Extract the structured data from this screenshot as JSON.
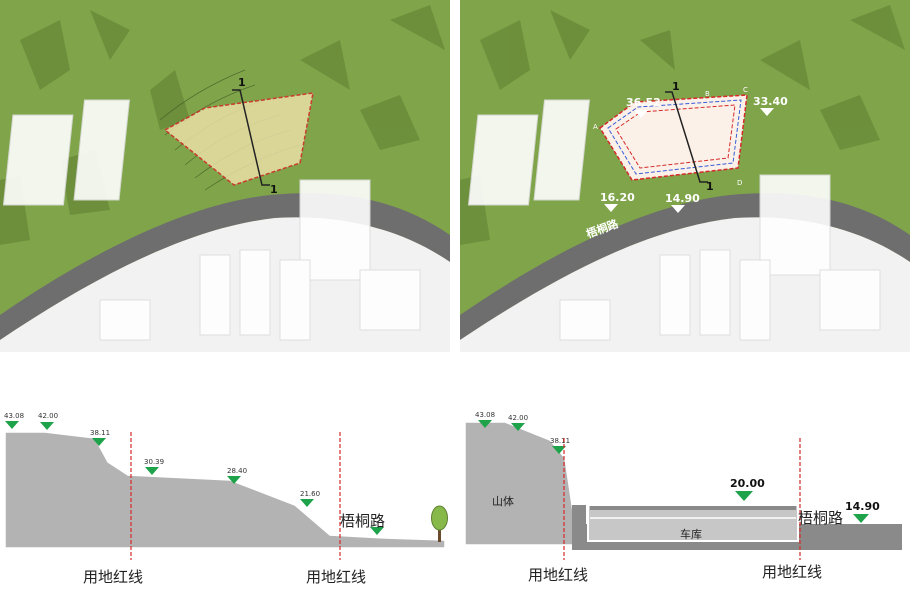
{
  "colors": {
    "terrain": "#7fa449",
    "terrain_dark": "#5f7f33",
    "road": "#6e6e6e",
    "building": "#f2f2f2",
    "site_fill_left": "#e9dfa6",
    "site_fill_right": "#fbf1e9",
    "red_line": "#d62a2a",
    "blue_line": "#3a5bd8",
    "section_ground": "#b3b3b3",
    "marker_green": "#1ea34a",
    "tree": "#86b84a"
  },
  "map_left": {
    "section_marker_top": "1",
    "section_marker_bottom": "1"
  },
  "map_right": {
    "section_marker_top": "1",
    "section_marker_bottom": "1",
    "road_name": "梧桐路",
    "corners": {
      "a": "A",
      "b": "B",
      "c": "C",
      "d": "D"
    },
    "elevations": {
      "e1": "36.52",
      "e2": "33.40",
      "e3": "16.20",
      "e4": "14.90"
    }
  },
  "section_left": {
    "elevations": {
      "e1": "43.08",
      "e2": "42.00",
      "e3": "38.11",
      "e4": "30.39",
      "e5": "28.40",
      "e6": "21.60"
    },
    "redline_1": "用地红线",
    "redline_2": "用地红线",
    "road_name": "梧桐路"
  },
  "section_right": {
    "elevations": {
      "e1": "43.08",
      "e2": "42.00",
      "e3": "38.11",
      "e4": "20.00",
      "e5": "14.90"
    },
    "mountain_label": "山体",
    "garage_label": "车库",
    "redline_1": "用地红线",
    "redline_2": "用地红线",
    "road_name": "梧桐路"
  }
}
